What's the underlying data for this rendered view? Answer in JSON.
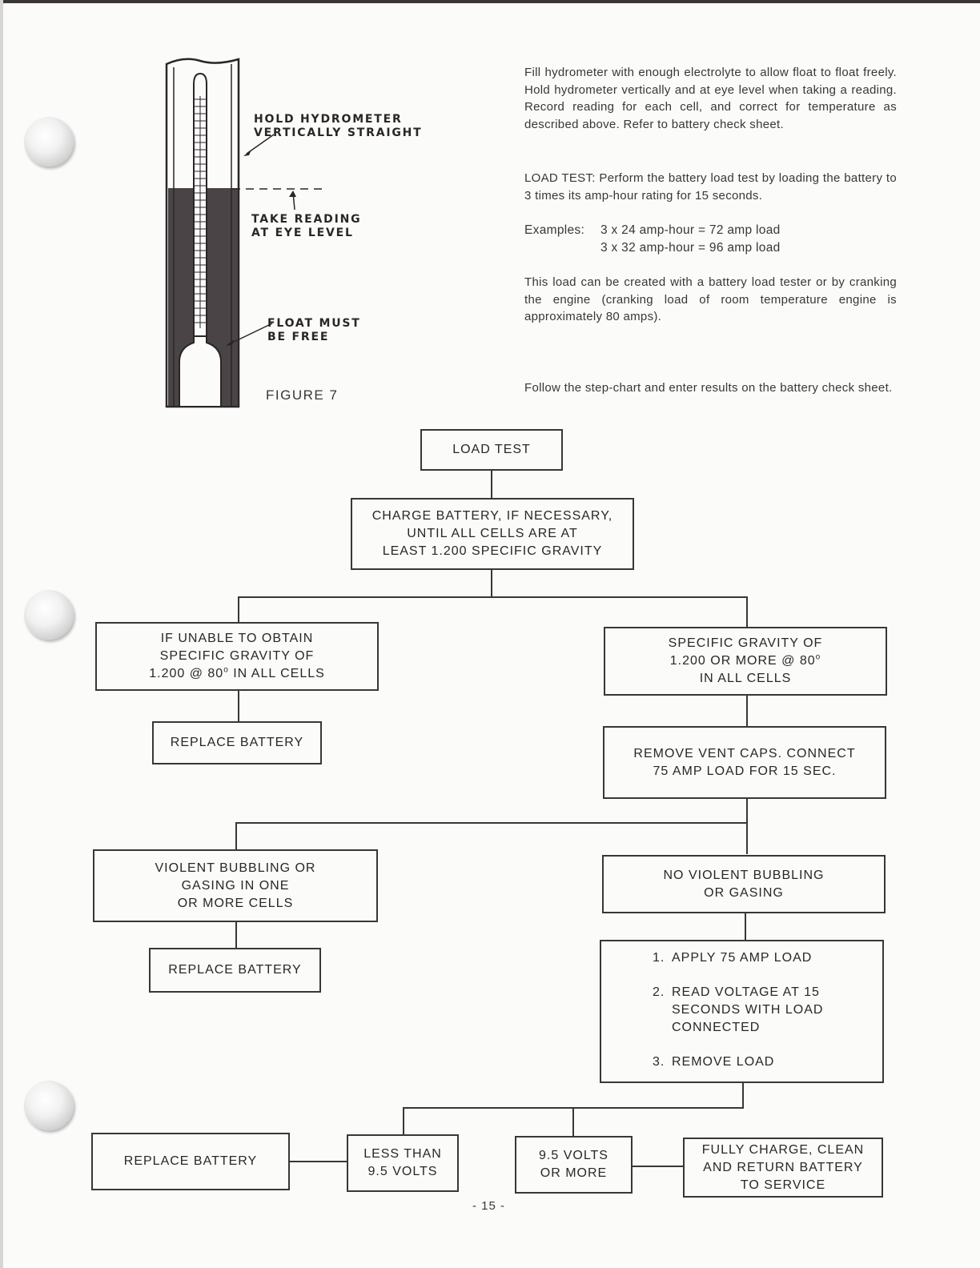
{
  "hydrometer": {
    "label_hold": [
      "HOLD HYDROMETER",
      "VERTICALLY STRAIGHT"
    ],
    "label_reading": [
      "TAKE READING",
      "AT EYE LEVEL"
    ],
    "label_float": [
      "FLOAT MUST",
      "BE FREE"
    ],
    "caption": "FIGURE 7"
  },
  "text": {
    "para1": "Fill hydrometer with enough electrolyte to allow float to float freely. Hold hydrometer vertically and at eye level when taking a reading. Record reading for each cell, and correct for temperature as described above. Refer to battery check sheet.",
    "para2": "LOAD TEST: Perform the battery load test by loading the battery to 3 times its amp-hour rating for 15 seconds.",
    "examples_label": "Examples:",
    "example1": "3 x 24 amp-hour = 72 amp load",
    "example2": "3 x 32 amp-hour = 96 amp load",
    "para3": "This load can be created with a battery load tester or by cranking the engine (cranking load of room temperature engine is approximately 80 amps).",
    "para4": "Follow the step-chart and enter results on the battery check sheet."
  },
  "flowchart": {
    "load_test": "LOAD TEST",
    "charge": [
      "CHARGE BATTERY, IF NECESSARY,",
      "UNTIL ALL CELLS ARE AT",
      "LEAST 1.200 SPECIFIC GRAVITY"
    ],
    "unable": [
      "IF UNABLE TO OBTAIN",
      "SPECIFIC GRAVITY OF",
      "1.200 @ 80",
      "IN ALL CELLS"
    ],
    "gravity_ok": [
      "SPECIFIC GRAVITY OF",
      "1.200 OR MORE @ 80",
      "IN ALL CELLS"
    ],
    "degree_sup": "o",
    "replace1": "REPLACE BATTERY",
    "remove_caps": [
      "REMOVE VENT CAPS. CONNECT",
      "75 AMP LOAD FOR 15 SEC."
    ],
    "violent": [
      "VIOLENT BUBBLING OR",
      "GASING IN ONE",
      "OR MORE CELLS"
    ],
    "no_violent": [
      "NO VIOLENT BUBBLING",
      "OR GASING"
    ],
    "replace2": "REPLACE BATTERY",
    "steps": [
      {
        "num": "1.",
        "text": [
          "APPLY 75 AMP LOAD"
        ]
      },
      {
        "num": "2.",
        "text": [
          "READ VOLTAGE AT 15",
          "SECONDS WITH LOAD",
          "CONNECTED"
        ]
      },
      {
        "num": "3.",
        "text": [
          "REMOVE LOAD"
        ]
      }
    ],
    "replace3": "REPLACE BATTERY",
    "less_than": [
      "LESS THAN",
      "9.5 VOLTS"
    ],
    "or_more": [
      "9.5 VOLTS",
      "OR MORE"
    ],
    "fully_charge": [
      "FULLY CHARGE, CLEAN",
      "AND RETURN BATTERY",
      "TO SERVICE"
    ]
  },
  "page_number": "- 15 -"
}
